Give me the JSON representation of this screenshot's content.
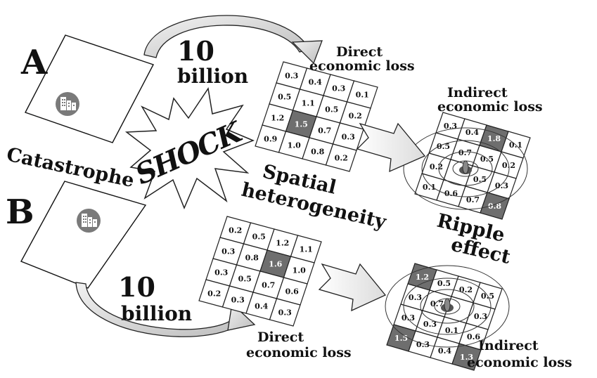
{
  "scenario_a": {
    "letter": "A",
    "amount_number": "10",
    "amount_unit": "billion",
    "direct_label": [
      "Direct",
      "economic loss"
    ],
    "indirect_label": [
      "Indirect",
      "economic loss"
    ],
    "direct_grid": {
      "rows": [
        [
          "0.3",
          "0.4",
          "0.3",
          "0.1"
        ],
        [
          "0.5",
          "1.1",
          "0.5",
          "0.2"
        ],
        [
          "1.2",
          "1.5",
          "0.7",
          "0.3"
        ],
        [
          "0.9",
          "1.0",
          "0.8",
          "0.2"
        ]
      ],
      "dark": [
        [
          2,
          1
        ]
      ]
    },
    "indirect_grid": {
      "rows": [
        [
          "0.3",
          "0.4",
          "1.8",
          "0.1"
        ],
        [
          "0.5",
          "0.7",
          "0.5",
          "0.2"
        ],
        [
          "0.2",
          "",
          "0.5",
          "0.3"
        ],
        [
          "0.1",
          "0.6",
          "0.7",
          "0.8"
        ]
      ],
      "dark": [
        [
          0,
          2
        ],
        [
          3,
          3
        ]
      ]
    }
  },
  "scenario_b": {
    "letter": "B",
    "amount_number": "10",
    "amount_unit": "billion",
    "direct_label": [
      "Direct",
      "economic loss"
    ],
    "indirect_label": [
      "Indirect",
      "economic loss"
    ],
    "direct_grid": {
      "rows": [
        [
          "0.2",
          "0.5",
          "1.2",
          "1.1"
        ],
        [
          "0.3",
          "0.8",
          "1.6",
          "1.0"
        ],
        [
          "0.3",
          "0.5",
          "0.7",
          "0.6"
        ],
        [
          "0.2",
          "0.3",
          "0.4",
          "0.3"
        ]
      ],
      "dark": [
        [
          1,
          2
        ]
      ]
    },
    "indirect_grid": {
      "rows": [
        [
          "1.2",
          "0.5",
          "0.2",
          "0.5"
        ],
        [
          "0.3",
          "0.7",
          "",
          "0.3"
        ],
        [
          "0.3",
          "0.3",
          "0.1",
          "0.6"
        ],
        [
          "1.5",
          "0.3",
          "0.4",
          "1.3"
        ]
      ],
      "dark": [
        [
          0,
          0
        ],
        [
          3,
          0
        ],
        [
          3,
          3
        ]
      ]
    }
  },
  "center": {
    "catastrophe": "Catastrophe",
    "shock": "SHOCK",
    "spatial_line1": "Spatial",
    "spatial_line2": "heterogeneity",
    "ripple_line1": "Ripple",
    "ripple_line2": "effect"
  },
  "colors": {
    "dark_cell": "#6e6e6e",
    "grid_line": "#222222",
    "arrow_fill": "#ffffff",
    "city_icon_bg": "#7a7a7a"
  },
  "icons": {
    "city": "building-icon",
    "epicenter": "epicenter-icon"
  }
}
